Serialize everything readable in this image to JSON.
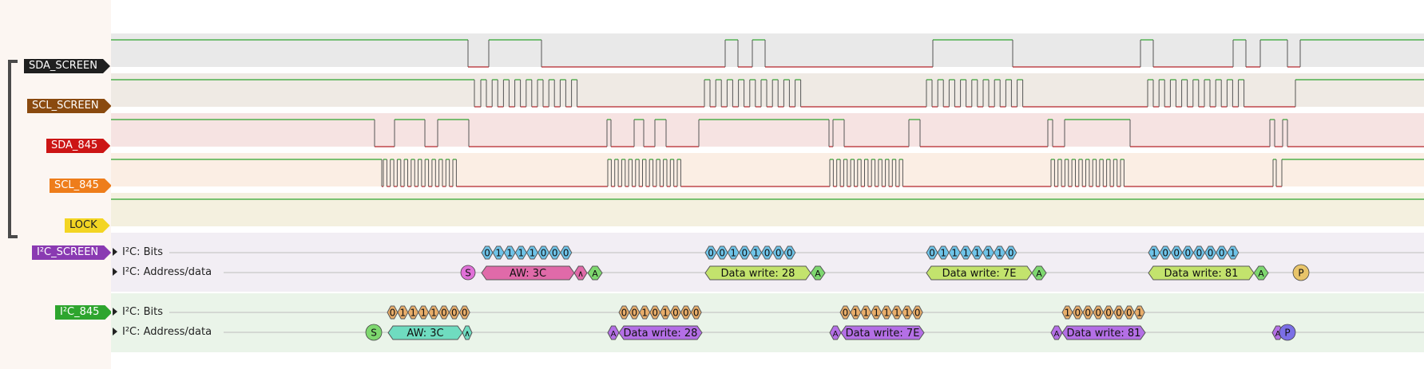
{
  "channels": {
    "sda_screen": {
      "label": "SDA_SCREEN",
      "color": "#1f1f1f"
    },
    "scl_screen": {
      "label": "SCL_SCREEN",
      "color": "#8a4a0f"
    },
    "sda_845": {
      "label": "SDA_845",
      "color": "#cc1515"
    },
    "scl_845": {
      "label": "SCL_845",
      "color": "#ee7d1b"
    },
    "lock": {
      "label": "LOCK",
      "color": "#f3d523"
    }
  },
  "decoders": {
    "i2c_screen": {
      "label": "I²C_SCREEN",
      "color": "#8a3ab2",
      "bits_row": "I²C: Bits",
      "data_row": "I²C: Address/data",
      "bytes": [
        {
          "bits": [
            "0",
            "1",
            "1",
            "1",
            "1",
            "0",
            "0",
            "0"
          ]
        },
        {
          "bits": [
            "0",
            "0",
            "1",
            "0",
            "1",
            "0",
            "0",
            "0"
          ]
        },
        {
          "bits": [
            "0",
            "1",
            "1",
            "1",
            "1",
            "1",
            "1",
            "0"
          ]
        },
        {
          "bits": [
            "1",
            "0",
            "0",
            "0",
            "0",
            "0",
            "0",
            "1"
          ]
        }
      ],
      "annotations": [
        {
          "text": "S",
          "kind": "start"
        },
        {
          "text": "AW: 3C",
          "kind": "address"
        },
        {
          "text": "A",
          "kind": "ack"
        },
        {
          "text": "A",
          "kind": "ack"
        },
        {
          "text": "Data write: 28",
          "kind": "data"
        },
        {
          "text": "A",
          "kind": "ack"
        },
        {
          "text": "Data write: 7E",
          "kind": "data"
        },
        {
          "text": "A",
          "kind": "ack"
        },
        {
          "text": "Data write: 81",
          "kind": "data"
        },
        {
          "text": "A",
          "kind": "ack"
        },
        {
          "text": "P",
          "kind": "stop"
        }
      ]
    },
    "i2c_845": {
      "label": "I²C_845",
      "color": "#2ea52e",
      "bits_row": "I²C: Bits",
      "data_row": "I²C: Address/data",
      "bytes": [
        {
          "bits": [
            "0",
            "1",
            "1",
            "1",
            "1",
            "0",
            "0",
            "0"
          ]
        },
        {
          "bits": [
            "0",
            "0",
            "1",
            "0",
            "1",
            "0",
            "0",
            "0"
          ]
        },
        {
          "bits": [
            "0",
            "1",
            "1",
            "1",
            "1",
            "1",
            "1",
            "0"
          ]
        },
        {
          "bits": [
            "1",
            "0",
            "0",
            "0",
            "0",
            "0",
            "0",
            "1"
          ]
        }
      ],
      "annotations": [
        {
          "text": "S",
          "kind": "start"
        },
        {
          "text": "AW: 3C",
          "kind": "address"
        },
        {
          "text": "A",
          "kind": "ack"
        },
        {
          "text": "A",
          "kind": "ack"
        },
        {
          "text": "Data write: 28",
          "kind": "data"
        },
        {
          "text": "A",
          "kind": "ack"
        },
        {
          "text": "Data write: 7E",
          "kind": "data"
        },
        {
          "text": "A",
          "kind": "ack"
        },
        {
          "text": "Data write: 81",
          "kind": "data"
        },
        {
          "text": "A",
          "kind": "ack"
        },
        {
          "text": "P",
          "kind": "stop"
        }
      ]
    }
  },
  "colors": {
    "trace_high": "#2ea52e",
    "trace_low": "#b4242a",
    "bit_cell": "#6ec3e8",
    "start": "#e070d8",
    "address_screen": "#e06aa9",
    "address_845": "#6fdcc0",
    "ack": "#7ed86f",
    "data_screen": "#c3e36d",
    "data_845": "#b46fe6",
    "stop_screen": "#e8c46a",
    "stop_845": "#7b6fe6",
    "bit_845": "#e8ad6a"
  }
}
